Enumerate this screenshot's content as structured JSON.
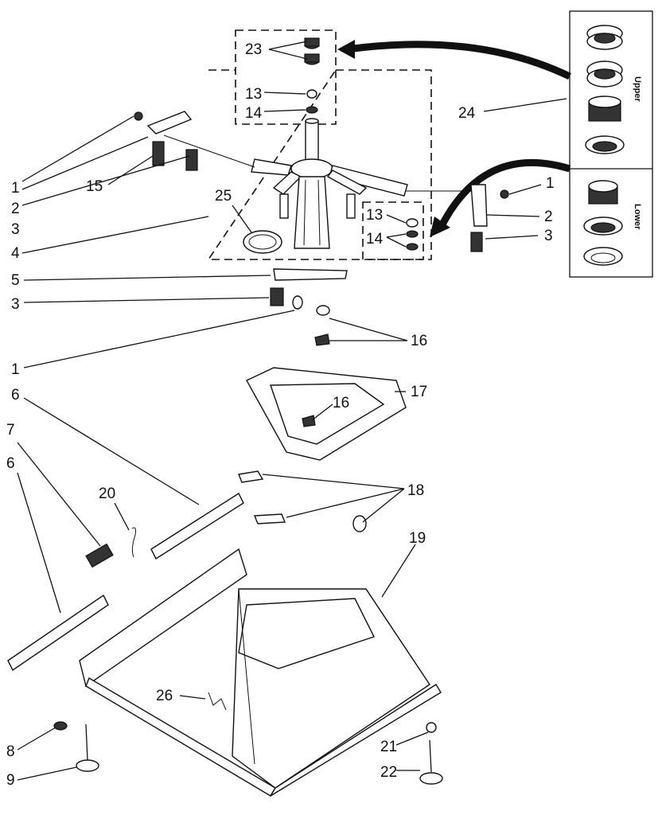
{
  "callouts": {
    "c1a": "1",
    "c2a": "2",
    "c15": "15",
    "c3a": "3",
    "c4": "4",
    "c25": "25",
    "c5": "5",
    "c3b": "3",
    "c1b": "1",
    "c23": "23",
    "c13a": "13",
    "c14a": "14",
    "c13b": "13",
    "c14b": "14",
    "c24": "24",
    "c1c": "1",
    "c2b": "2",
    "c3c": "3",
    "c16a": "16",
    "c17": "17",
    "c16b": "16",
    "c6a": "6",
    "c7": "7",
    "c6b": "6",
    "c20": "20",
    "c18": "18",
    "c19": "19",
    "c26": "26",
    "c8": "8",
    "c9": "9",
    "c21": "21",
    "c22": "22"
  },
  "inset": {
    "upper": "Upper",
    "lower": "Lower"
  }
}
